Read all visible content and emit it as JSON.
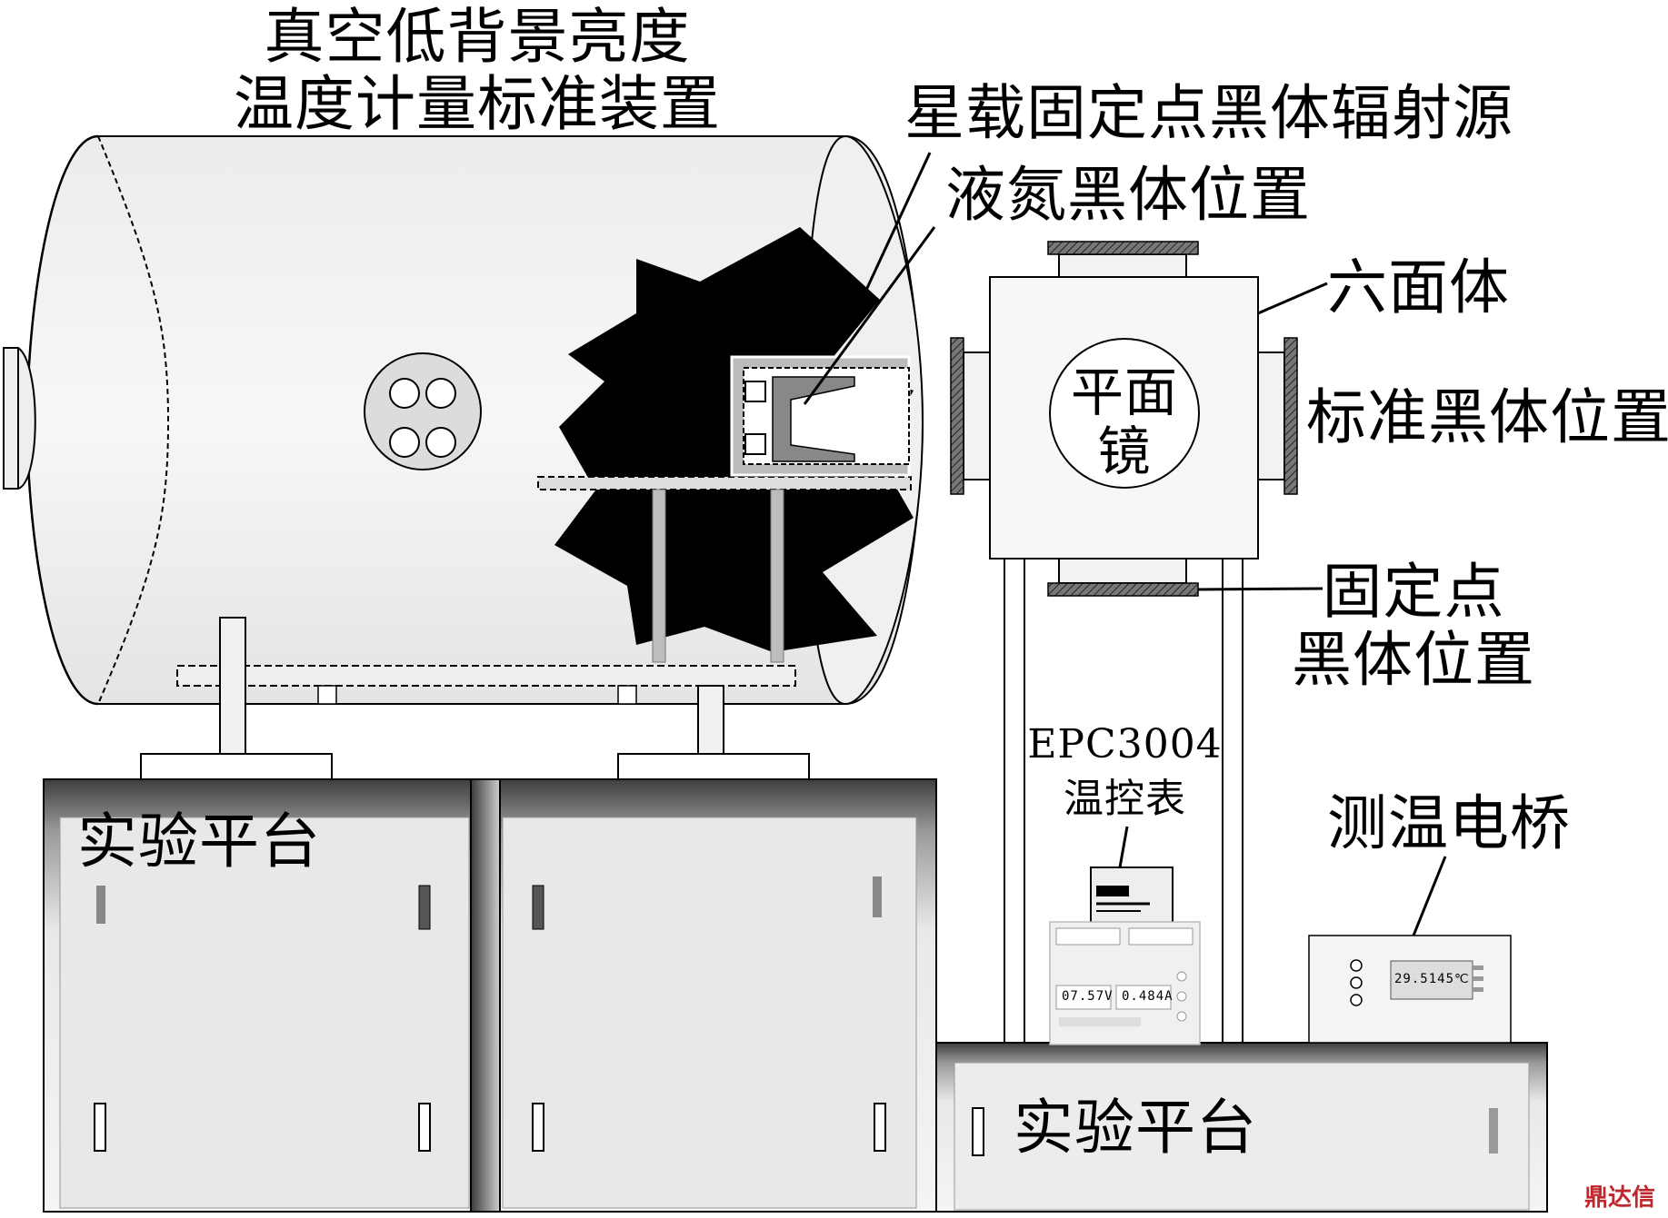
{
  "labels": {
    "device_line1": "真空低背景亮度",
    "device_line2": "温度计量标准装置",
    "spaceborne_source": "星载固定点黑体辐射源",
    "ln2_blackbody": "液氮黑体位置",
    "hexahedron": "六面体",
    "standard_blackbody": "标准黑体位置",
    "fixed_point_line1": "固定点",
    "fixed_point_line2": "黑体位置",
    "plane_mirror_line1": "平面",
    "plane_mirror_line2": "镜",
    "epc_line1": "EPC3004",
    "epc_line2": "温控表",
    "bridge": "测温电桥",
    "platform_left": "实验平台",
    "platform_right": "实验平台"
  },
  "instruments": {
    "epc_display": "07.57V",
    "epc_display2": "0.484A",
    "bridge_display": "29.5145℃"
  },
  "watermark": "鼎达信",
  "colors": {
    "ink": "#000000",
    "chamber_fill": "#f2f2f2",
    "cutaway": "#000000",
    "platform_dark": "#5a5a5a",
    "platform_light": "#e6e6e6"
  }
}
